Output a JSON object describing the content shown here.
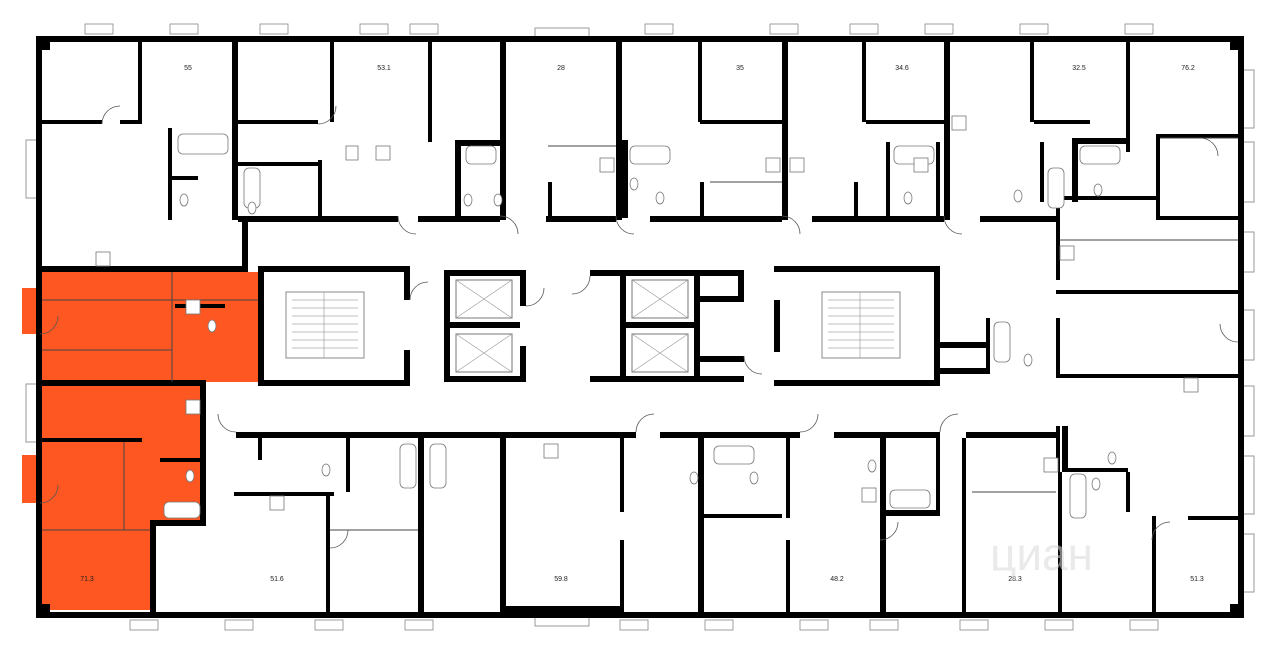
{
  "plan": {
    "highlight_color": "#ff5722",
    "wall_color": "#000000",
    "fixture_color": "#777777",
    "watermark": "циан"
  },
  "apartments_top": [
    {
      "id": "apt-55",
      "area": "55"
    },
    {
      "id": "apt-53-1",
      "area": "53.1"
    },
    {
      "id": "apt-28-top",
      "area": "28"
    },
    {
      "id": "apt-35",
      "area": "35"
    },
    {
      "id": "apt-34-6",
      "area": "34.6"
    },
    {
      "id": "apt-32-5",
      "area": "32.5"
    },
    {
      "id": "apt-76-2",
      "area": "76.2"
    }
  ],
  "apartments_bottom": [
    {
      "id": "apt-71-3",
      "area": "71.3",
      "highlighted": true
    },
    {
      "id": "apt-51-6",
      "area": "51.6"
    },
    {
      "id": "apt-59-8",
      "area": "59.8"
    },
    {
      "id": "apt-48-2",
      "area": "48.2"
    },
    {
      "id": "apt-28-3",
      "area": "28.3"
    },
    {
      "id": "apt-51-3",
      "area": "51.3"
    }
  ]
}
